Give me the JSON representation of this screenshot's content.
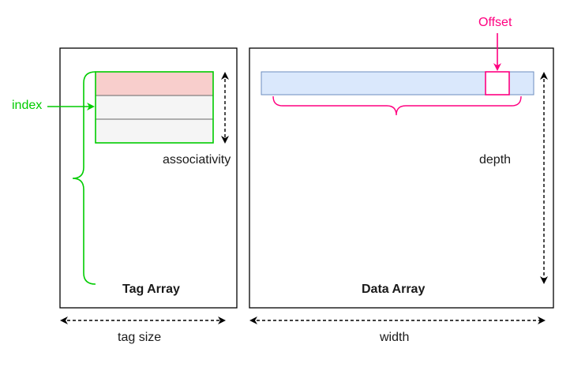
{
  "labels": {
    "offset": "Offset",
    "index": "index",
    "associativity": "associativity",
    "depth": "depth",
    "tag_array": "Tag Array",
    "data_array": "Data Array",
    "tag_size": "tag size",
    "width": "width"
  },
  "colors": {
    "outline": "#000000",
    "tag_row_highlight": "#f8cecc",
    "tag_row": "#f5f5f5",
    "tag_row_stroke": "#666666",
    "data_row": "#dae8fc",
    "data_row_stroke": "#6c8ebf",
    "index_green": "#00cc00",
    "offset_pink": "#ff0080"
  }
}
